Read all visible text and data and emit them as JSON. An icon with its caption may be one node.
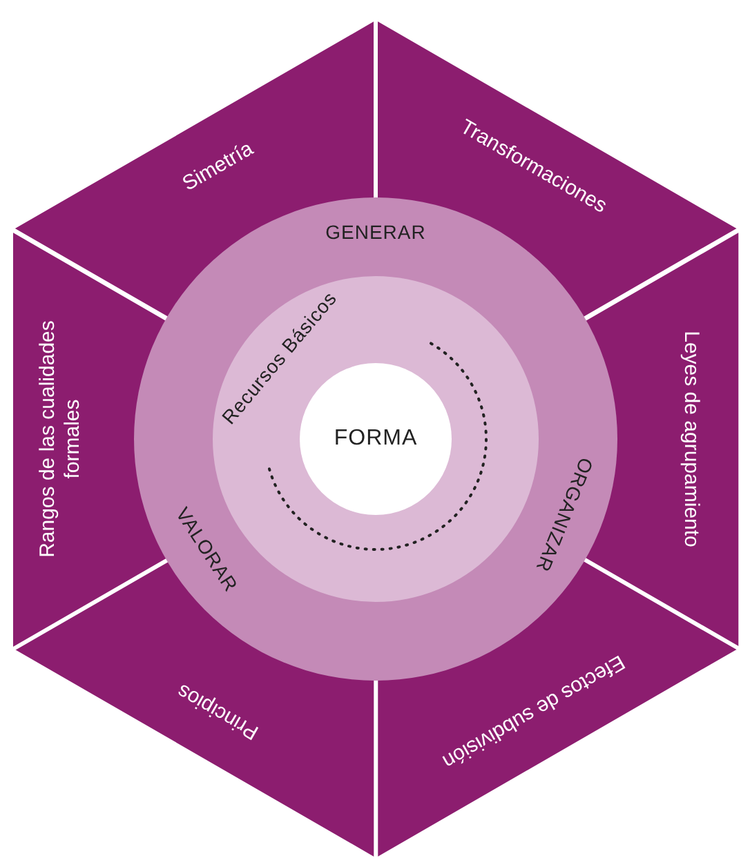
{
  "diagram": {
    "nodes": [
      {
        "text": [
          "Simetría"
        ]
      },
      {
        "text": [
          "Transformaciones"
        ]
      },
      {
        "text": [
          "Leyes de agrupamiento"
        ]
      },
      {
        "text": [
          "Efectos de subdivisión"
        ]
      },
      {
        "text": [
          "Principios"
        ]
      },
      {
        "text": [
          "Rangos de las cualidades formales"
        ]
      },
      {
        "text": [
          "GENERAR",
          "ORGANIZAR",
          "VALORAR"
        ]
      },
      {
        "text": [
          "Recursos Básicos"
        ],
        "in": 6
      },
      {
        "text": [
          "FORMA"
        ],
        "in": 7
      }
    ]
  }
}
